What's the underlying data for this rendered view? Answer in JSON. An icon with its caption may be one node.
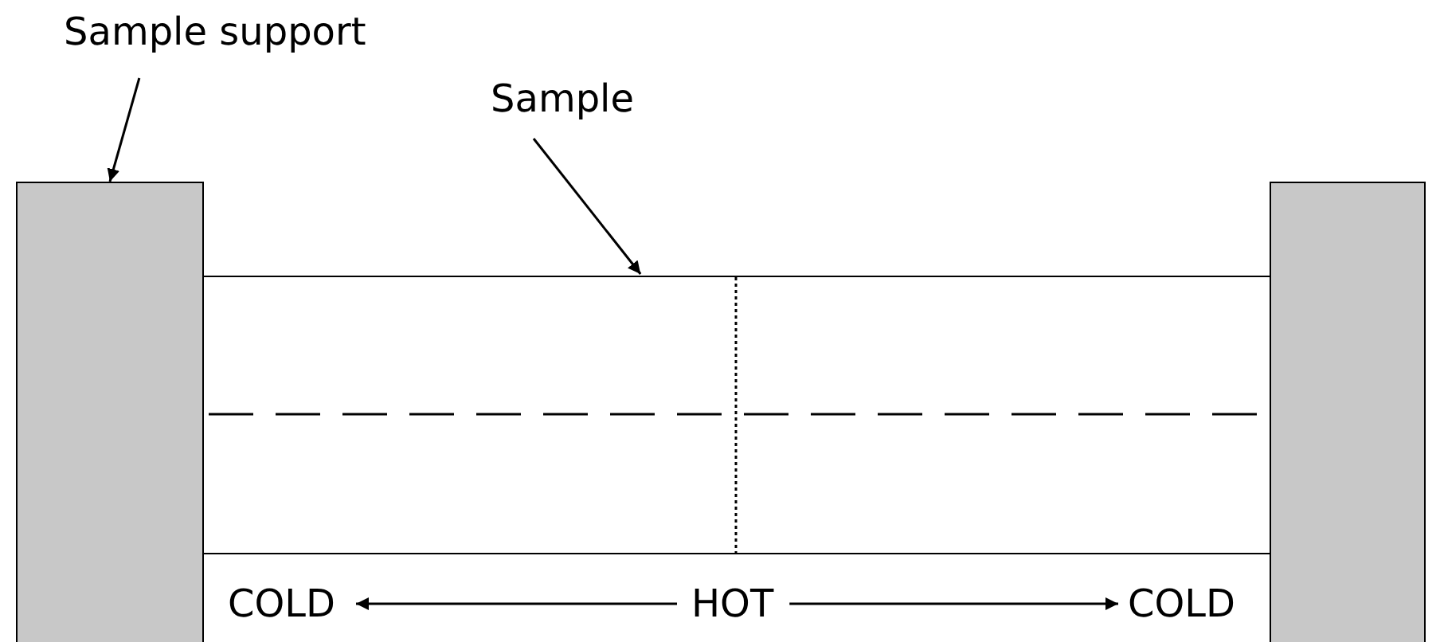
{
  "diagram": {
    "nodes": [
      {
        "text": [
          "Sample support"
        ]
      },
      {
        "text": [
          "Sample"
        ]
      },
      {
        "text": [],
        "shape": "box"
      },
      {
        "text": [],
        "shape": "box"
      },
      {
        "text": [],
        "shape": "box"
      },
      {
        "text": [
          "COLD"
        ]
      },
      {
        "text": [
          "HOT"
        ]
      },
      {
        "text": [
          "COLD"
        ]
      }
    ],
    "edges": [
      {
        "from": 0,
        "to": 2,
        "arrow": "to"
      },
      {
        "from": 1,
        "to": 3,
        "arrow": "to"
      },
      {
        "from": 6,
        "to": 5,
        "arrow": "to"
      },
      {
        "from": 6,
        "to": 7,
        "arrow": "to"
      }
    ]
  }
}
